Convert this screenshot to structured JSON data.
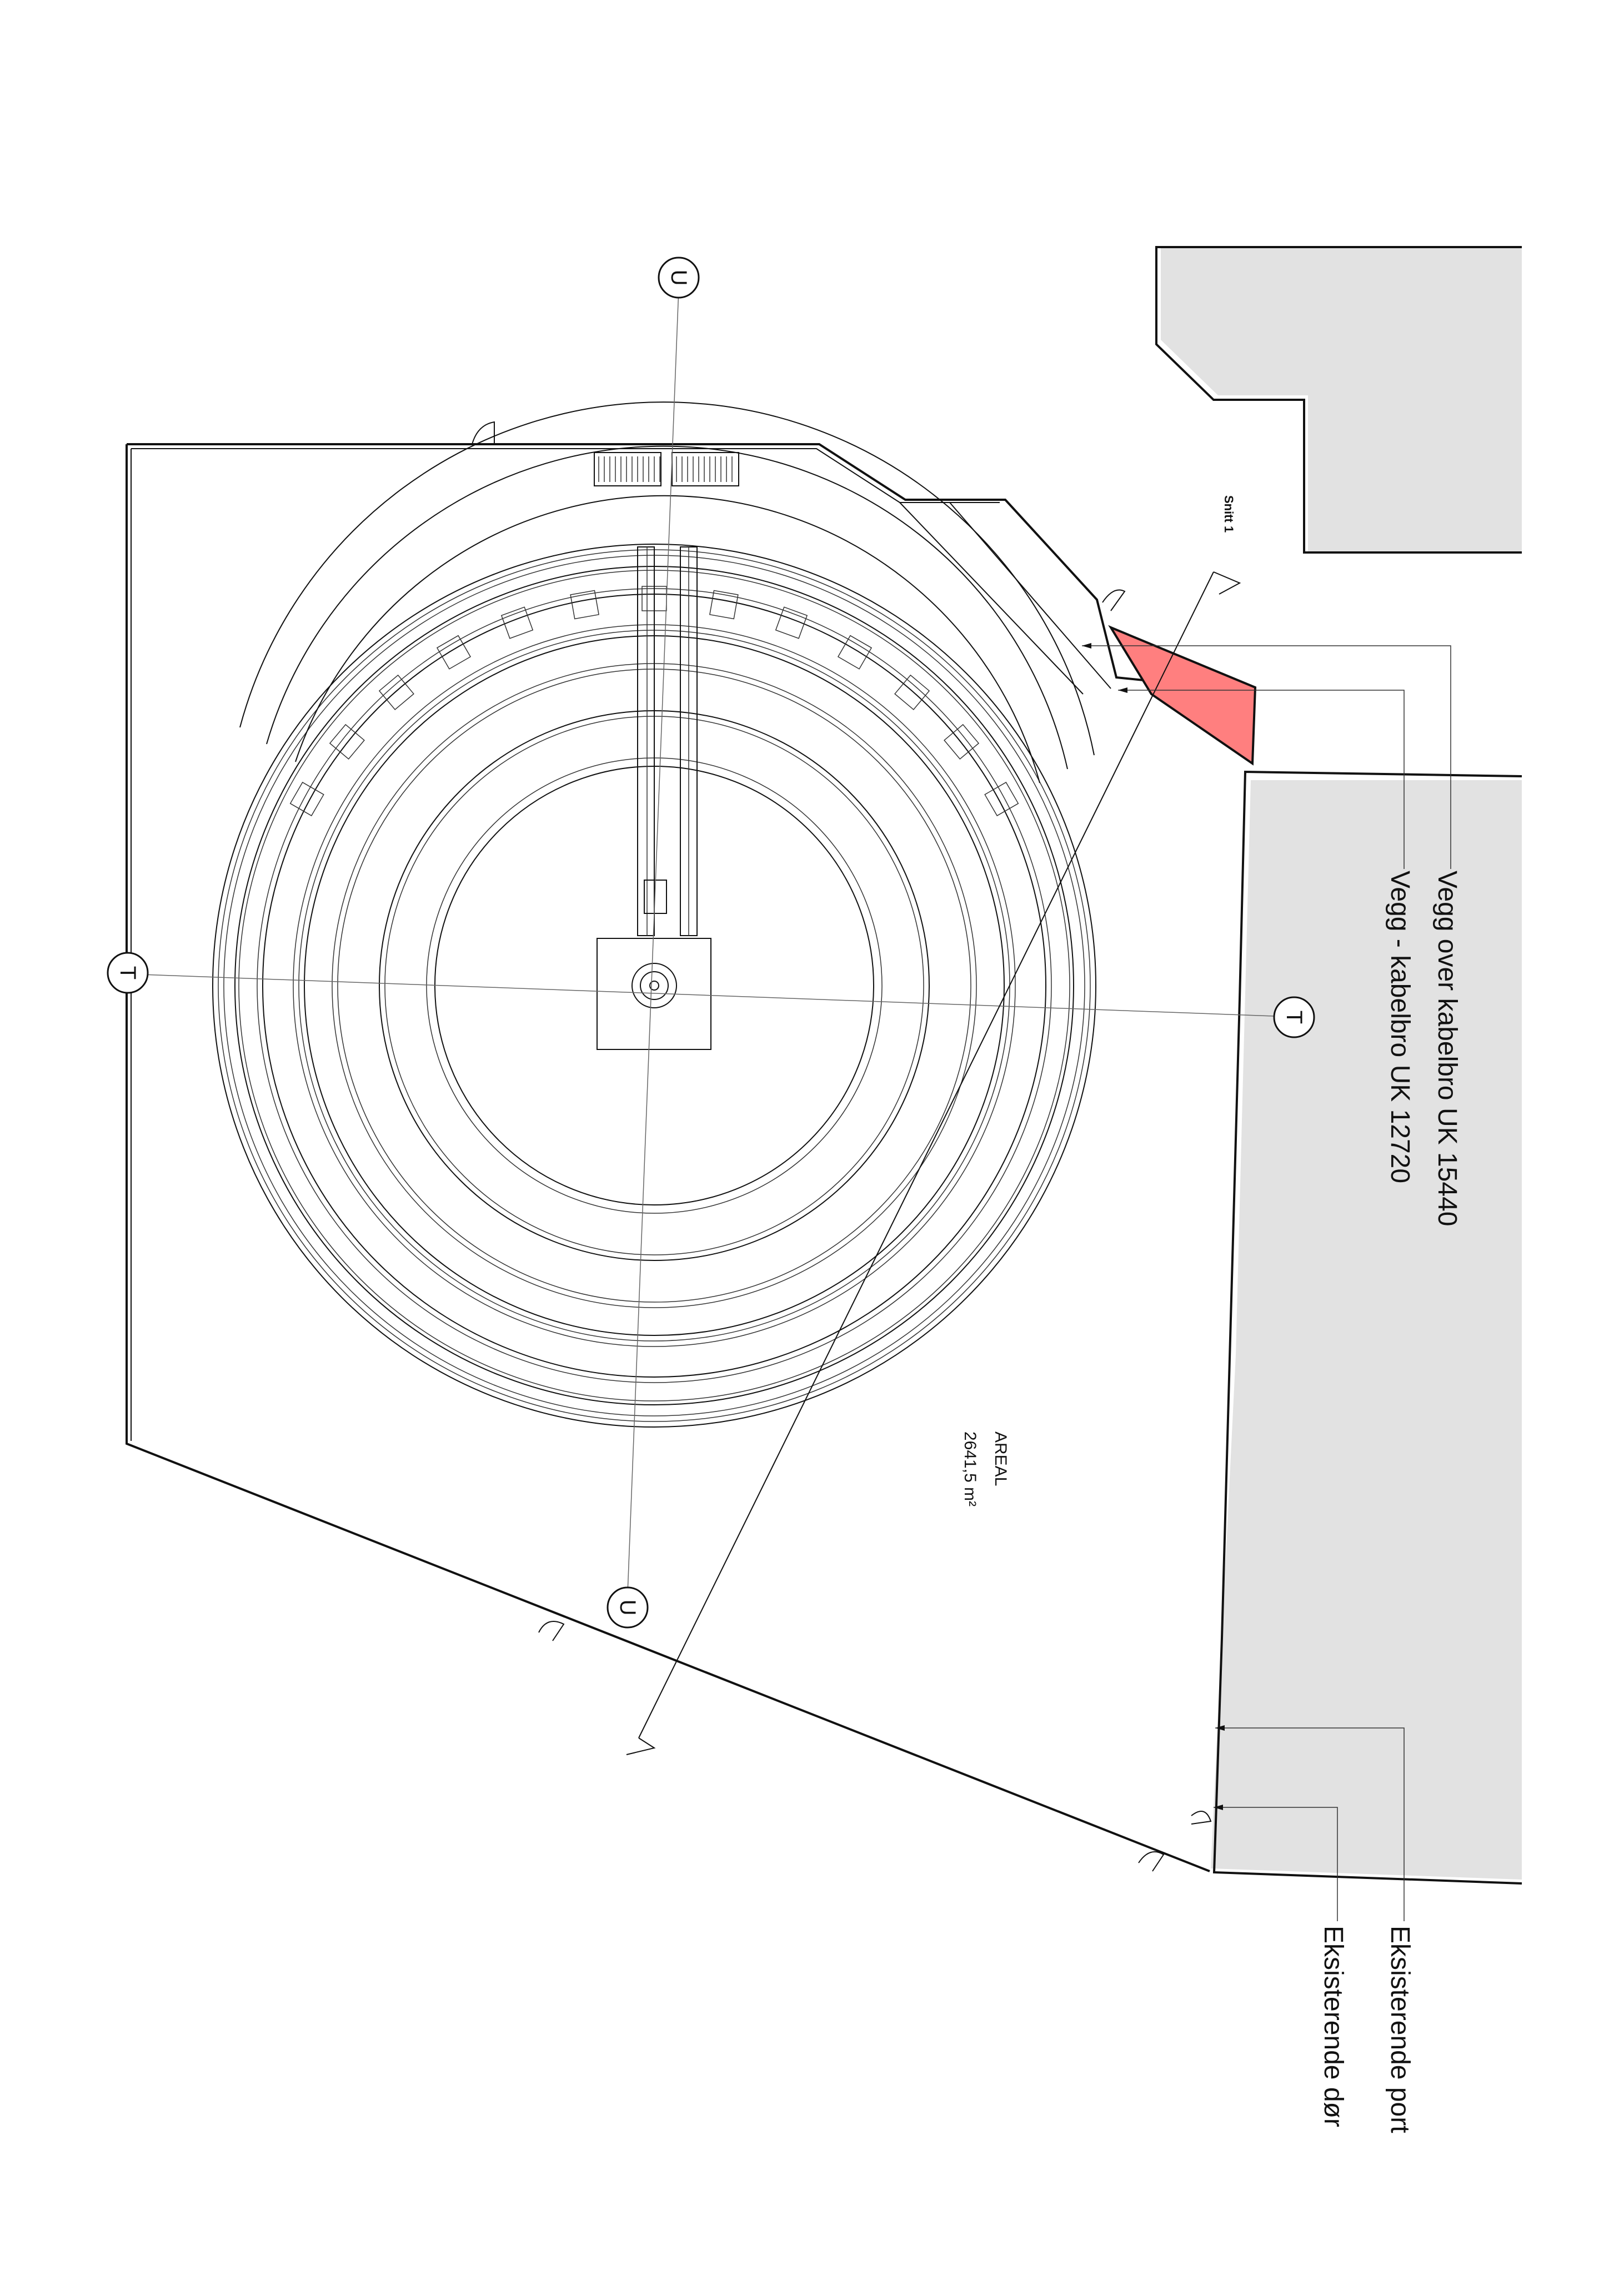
{
  "labels": {
    "wall_above": "Vegg over kabelbro UK 15440",
    "wall_cable": "Vegg - kabelbro UK 12720",
    "existing_port": "Eksisterende port",
    "existing_door": "Eksisterende dør",
    "section": "Snitt 1",
    "area_title": "AREAL",
    "area_value": "2641,5 m²"
  },
  "grid_markers": {
    "u_top": "U",
    "u_bottom": "U",
    "t_left": "T",
    "t_right": "T"
  },
  "colors": {
    "highlight": "#ff7f7f",
    "neighbor": "#e2e2e2",
    "line": "#111111"
  }
}
